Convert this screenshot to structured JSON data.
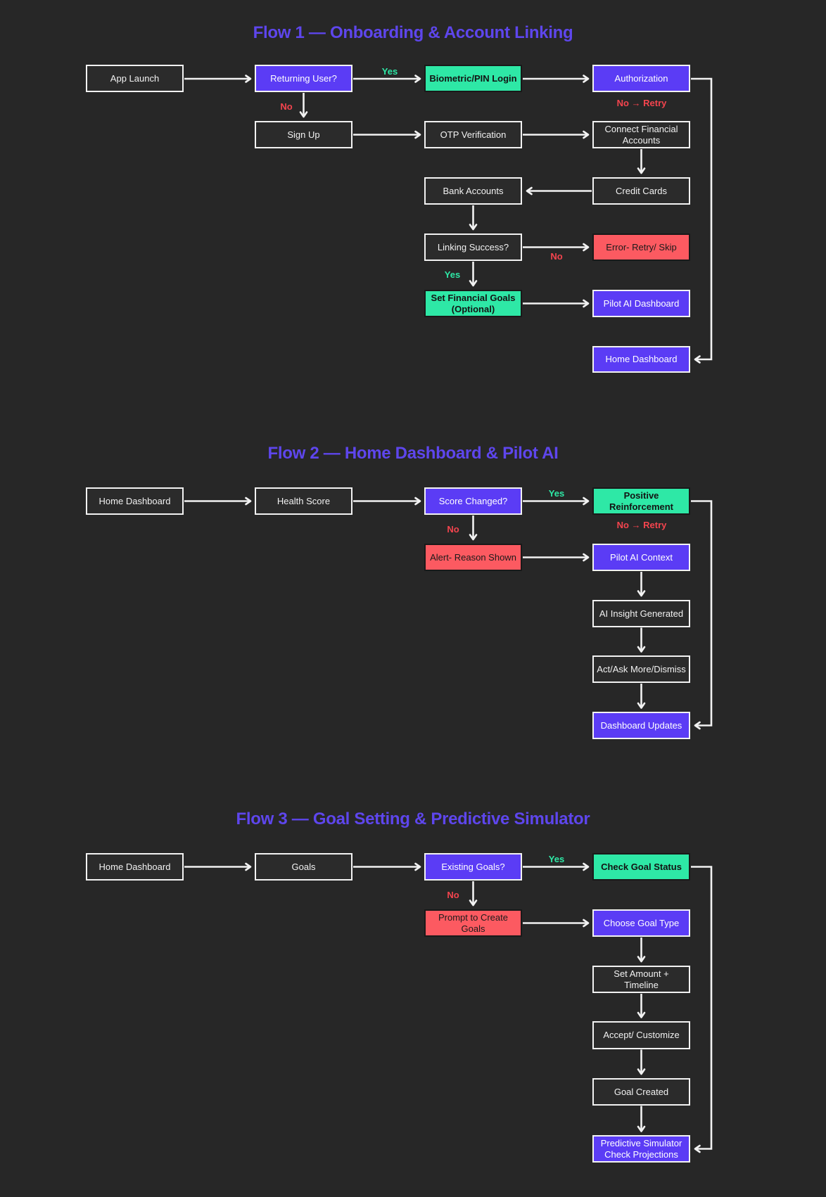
{
  "colors": {
    "background": "#272727",
    "node_purple": "#5b3cf5",
    "node_green": "#2ee8a6",
    "node_red": "#fc5a61",
    "node_dark": "#2b2b2b",
    "border_light": "#f2f2f2",
    "title_purple": "#5e46ed",
    "label_yes_green": "#2ee8a6",
    "label_no_red": "#f4444e",
    "arrow_white": "#f2f2f2"
  },
  "edge_labels": {
    "yes": "Yes",
    "no": "No",
    "no_retry": "No → Retry"
  },
  "flow1": {
    "title": "Flow 1 — Onboarding & Account Linking",
    "nodes": {
      "app_launch": "App Launch",
      "returning_user": "Returning User?",
      "biometric_pin_login": "Biometric/PIN Login",
      "authorization": "Authorization",
      "sign_up": "Sign Up",
      "otp_verification": "OTP Verification",
      "connect_financial_accounts": "Connect Financial\nAccounts",
      "bank_accounts": "Bank Accounts",
      "credit_cards": "Credit Cards",
      "linking_success": "Linking Success?",
      "error_retry_skip": "Error- Retry/ Skip",
      "set_financial_goals": "Set Financial Goals\n(Optional)",
      "pilot_ai_dashboard": "Pilot AI Dashboard",
      "home_dashboard": "Home Dashboard"
    }
  },
  "flow2": {
    "title": "Flow 2 — Home Dashboard & Pilot AI",
    "nodes": {
      "home_dashboard": "Home Dashboard",
      "health_score": "Health Score",
      "score_changed": "Score Changed?",
      "positive_reinforcement": "Positive\nReinforcement",
      "alert_reason_shown": "Alert- Reason Shown",
      "pilot_ai_context": "Pilot AI Context",
      "ai_insight_generated": "AI Insight Generated",
      "act_ask_more_dismiss": "Act/Ask More/Dismiss",
      "dashboard_updates": "Dashboard Updates"
    }
  },
  "flow3": {
    "title": "Flow 3 — Goal Setting & Predictive Simulator",
    "nodes": {
      "home_dashboard": "Home Dashboard",
      "goals": "Goals",
      "existing_goals": "Existing Goals?",
      "check_goal_status": "Check Goal Status",
      "prompt_to_create_goals": "Prompt to Create\nGoals",
      "choose_goal_type": "Choose Goal Type",
      "set_amount_timeline": "Set Amount +\nTimeline",
      "accept_customize": "Accept/ Customize",
      "goal_created": "Goal Created",
      "predictive_simulator": "Predictive Simulator\nCheck Projections"
    }
  }
}
